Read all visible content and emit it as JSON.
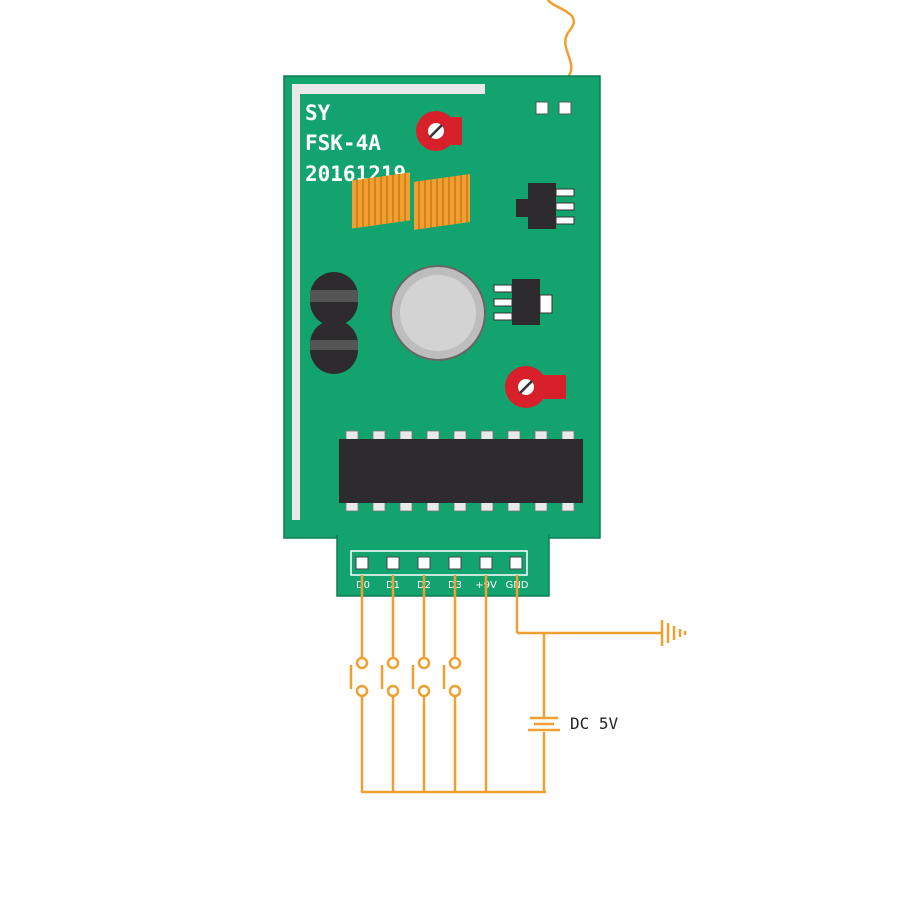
{
  "board": {
    "silkscreen_line1": "SY",
    "silkscreen_line2": "FSK-4A",
    "silkscreen_line3": "20161219"
  },
  "header_pins": [
    "D0",
    "D1",
    "D2",
    "D3",
    "+9V",
    "GND"
  ],
  "power_label": "DC  5V",
  "colors": {
    "pcb": "#13a36f",
    "pcb_outline": "#0c7f55",
    "wire": "#f0a030",
    "chip": "#2d2b2e",
    "trimmer": "#d8202a",
    "inductor": "#f0a030",
    "crystal": "#cfcfcf"
  }
}
